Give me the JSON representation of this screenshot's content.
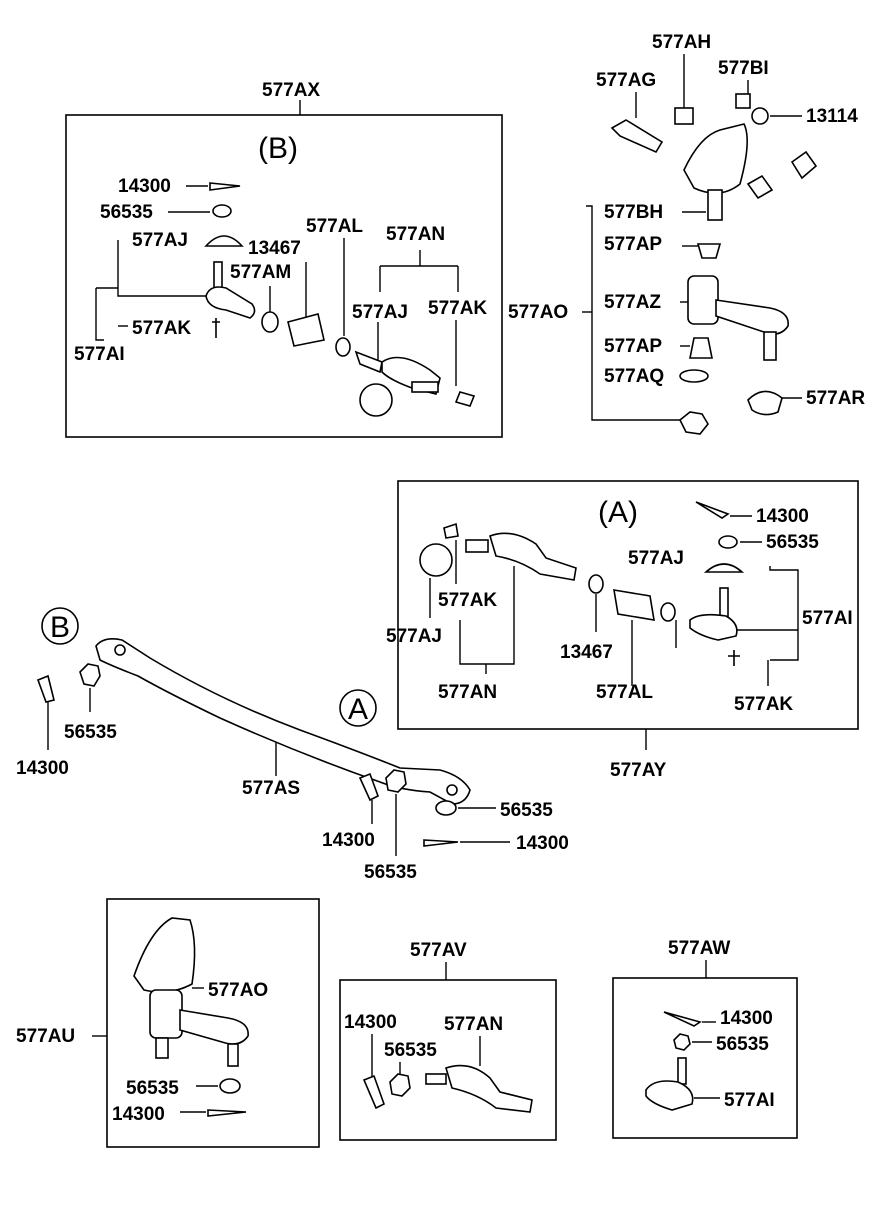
{
  "labels": {
    "ax": "577AX",
    "ay": "577AY",
    "au": "577AU",
    "av": "577AV",
    "aw": "577AW",
    "as": "577AS",
    "ao": "577AO",
    "ah": "577AH",
    "ag": "577AG",
    "bi": "577BI",
    "bh": "577BH",
    "ap": "577AP",
    "az": "577AZ",
    "aq": "577AQ",
    "ar": "577AR",
    "aj": "577AJ",
    "ak": "577AK",
    "ai": "577AI",
    "am": "577AM",
    "al": "577AL",
    "an": "577AN",
    "p14300": "14300",
    "p56535": "56535",
    "p13467": "13467",
    "p13114": "13114",
    "viewA": "(A)",
    "viewB": "(B)",
    "calloutA": "A",
    "calloutB": "B"
  }
}
